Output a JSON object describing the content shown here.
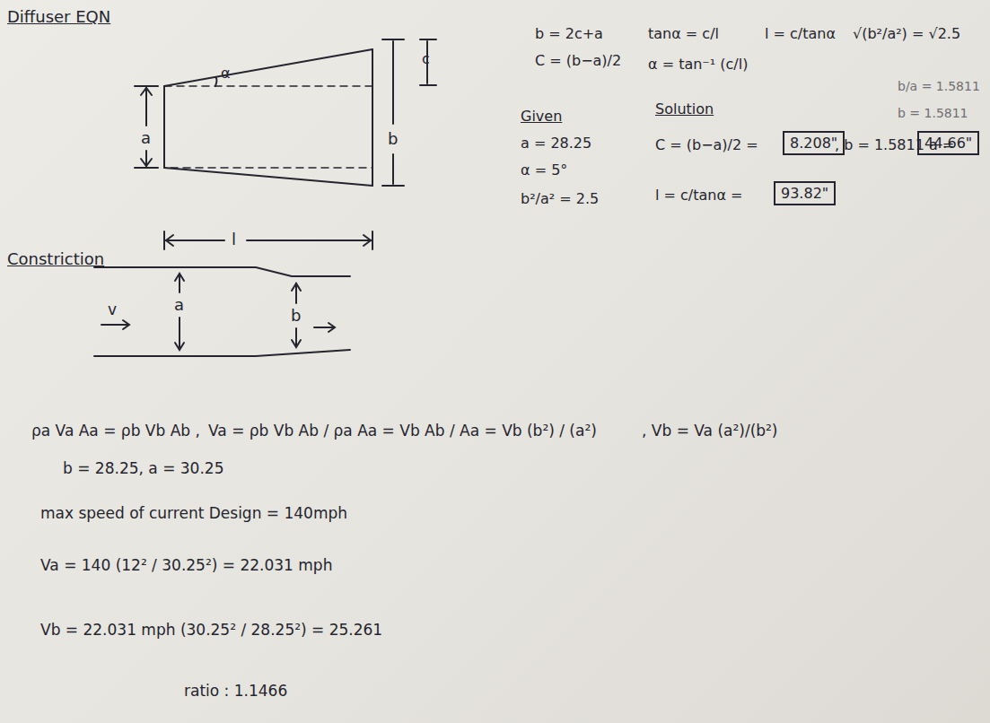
{
  "diagram": {
    "title": "Diffuser EQN",
    "nodes": [
      {
        "text": [
          "8.208\""
        ]
      },
      {
        "text": [
          "44.66\""
        ]
      },
      {
        "text": [
          "93.82\""
        ]
      }
    ],
    "labels": [
      "Constriction",
      "α",
      "a",
      "b",
      "c",
      "l",
      "b = 2c+a",
      "C = (b−a)/2",
      "tanα = c/l",
      "α = tan⁻¹ (c/l)",
      "l = c/tanα",
      "√(b²/a²) = √2.5",
      "b/a = 1.5811",
      "b = 1.5811",
      "Given",
      "a = 28.25",
      "α = 5°",
      "b²/a² = 2.5",
      "Solution",
      "C = (b−a)/2 =",
      ", b = 1.5811 a =",
      "l = c/tanα =",
      "v",
      "a",
      "b",
      "ρa Va Aa = ρb Vb Ab ,",
      "Va = ρb Vb Ab / ρa Aa = Vb Ab / Aa = Vb (b²) / (a²)",
      ", Vb = Va (a²)/(b²)",
      "b = 28.25, a = 30.25",
      "max speed of current Design = 140mph",
      "Va = 140 (12² / 30.25²) = 22.031 mph",
      "Vb = 22.031 mph (30.25² / 28.25²) = 25.261",
      "ratio : 1.1466"
    ]
  }
}
